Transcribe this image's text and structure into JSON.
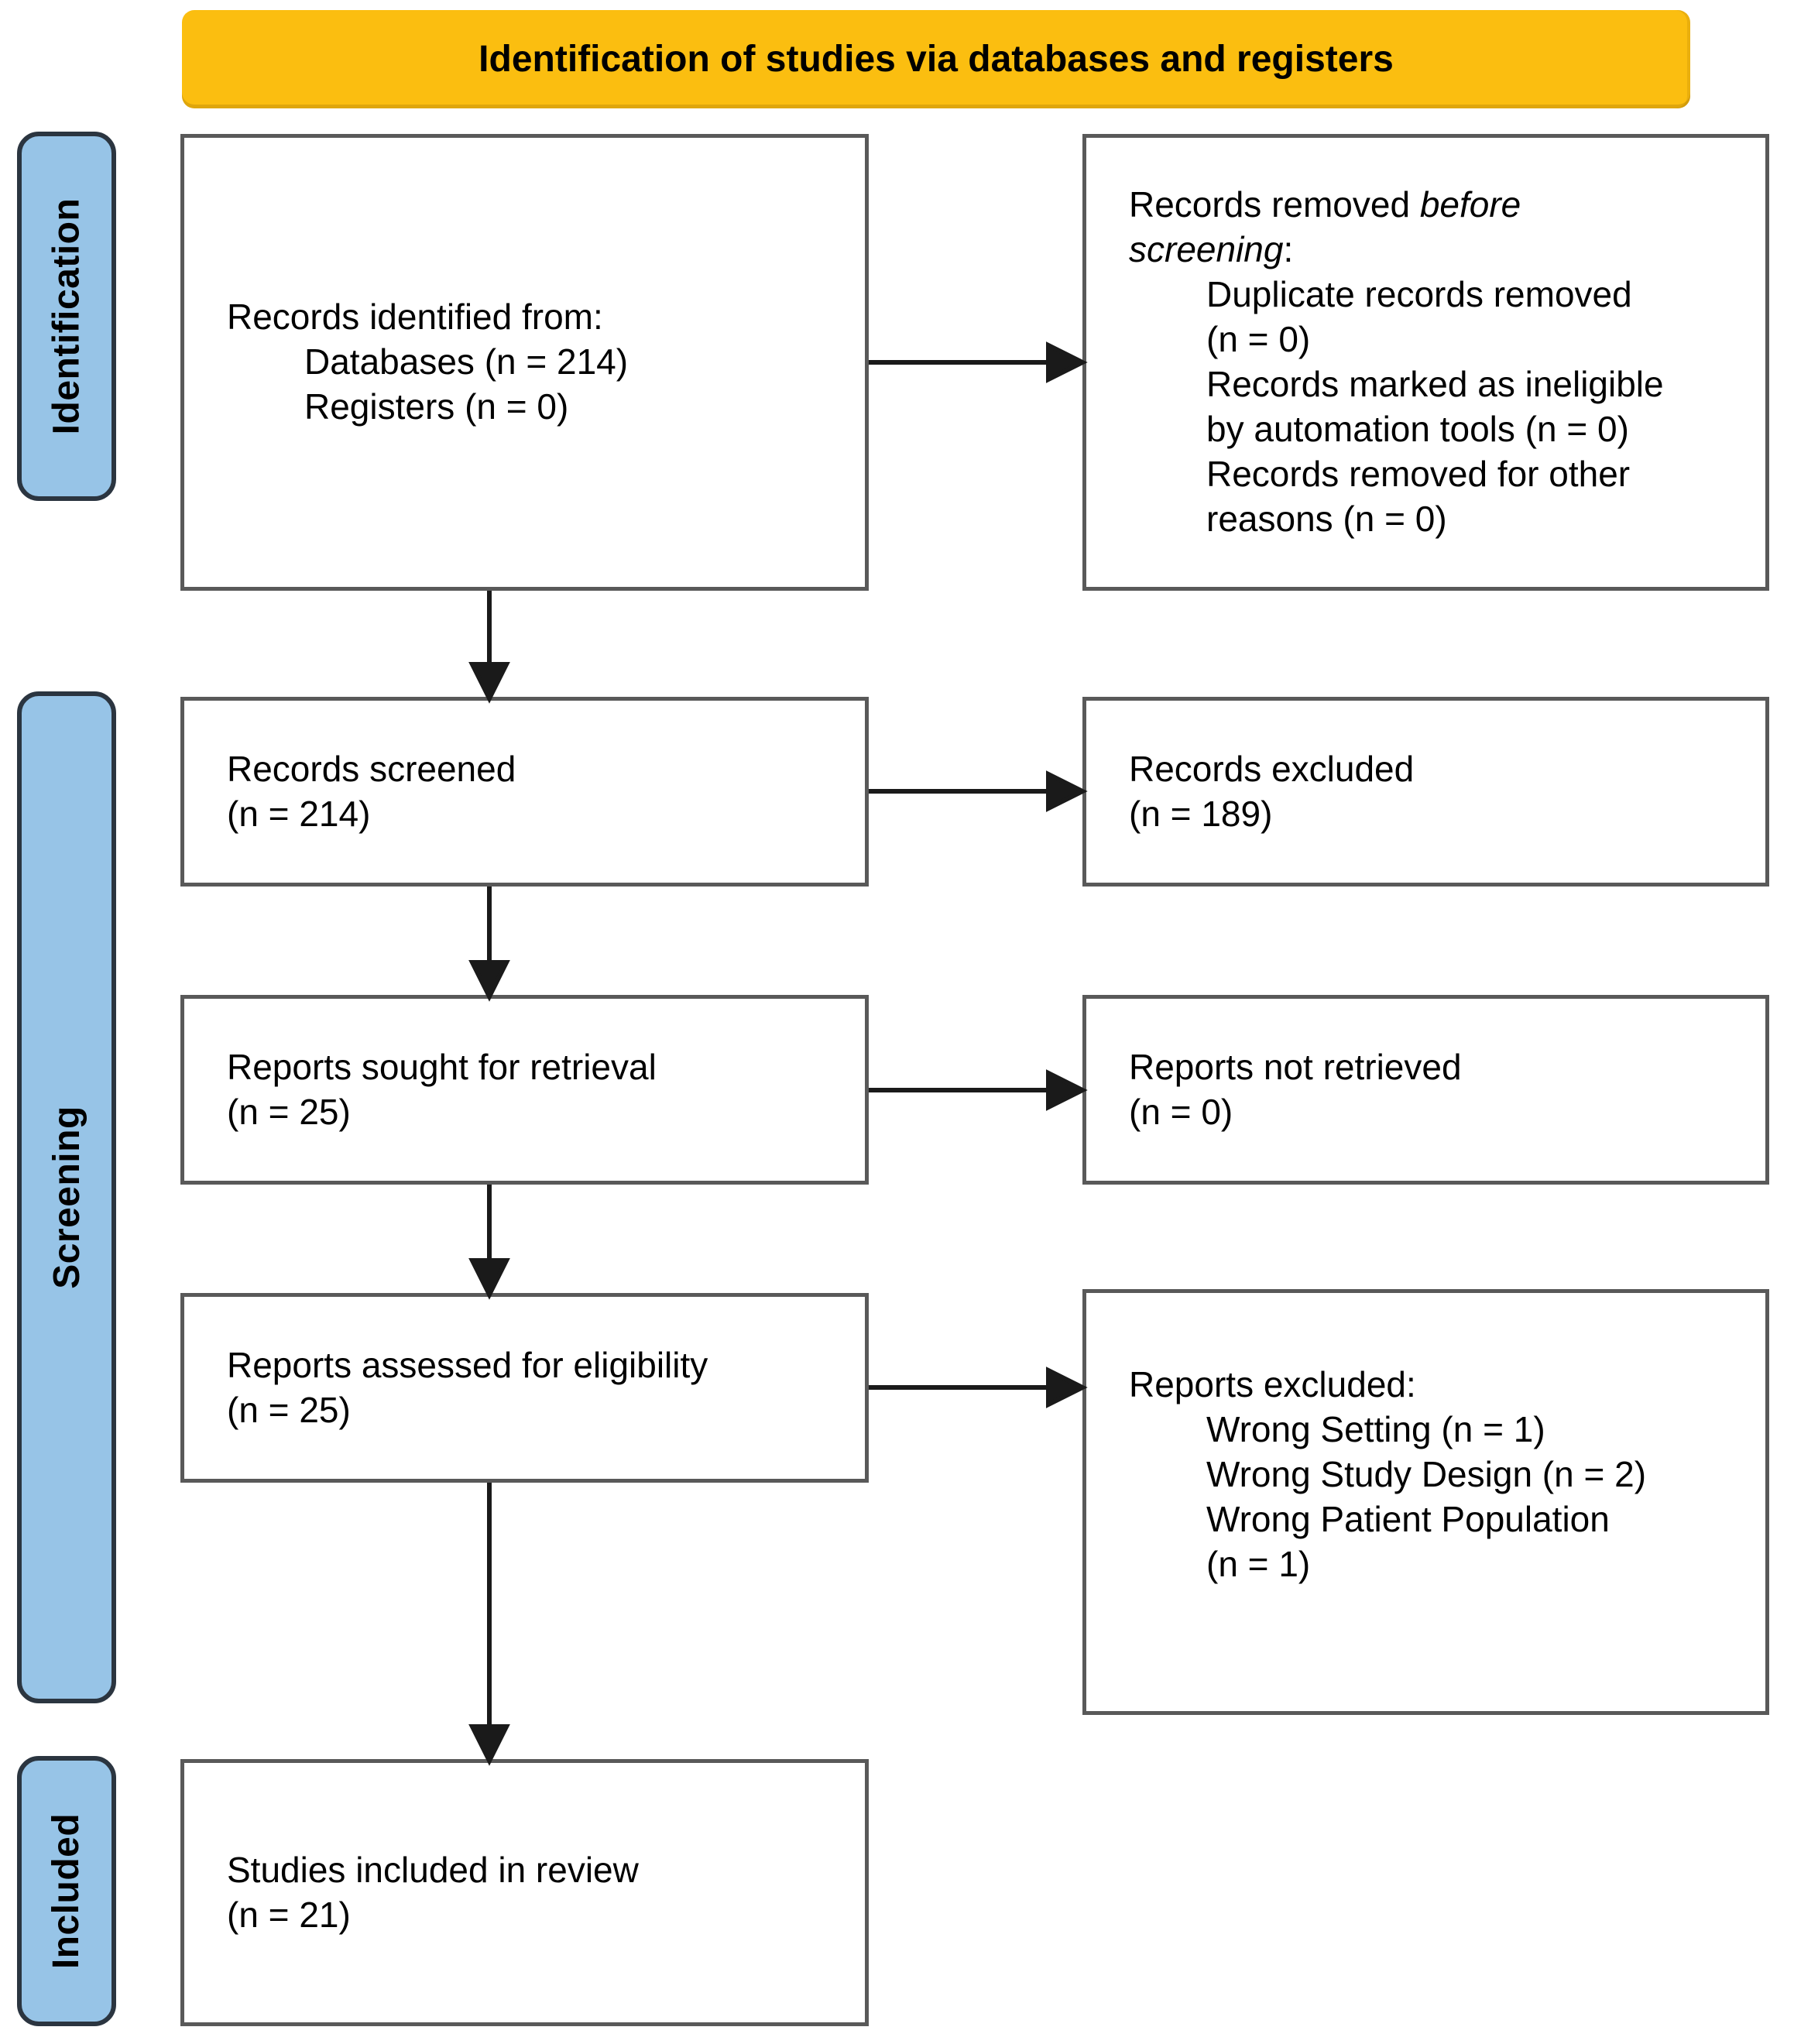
{
  "banner": {
    "label": "Identification of studies via databases and registers"
  },
  "colors": {
    "banner_bg": "#FBBE10",
    "stage_bg": "#97C4E7",
    "stage_border": "#2B3540",
    "box_border": "#595959",
    "arrow": "#1a1a1a"
  },
  "stages": {
    "identification": "Identification",
    "screening": "Screening",
    "included": "Included"
  },
  "boxes": {
    "records_identified": {
      "intro": "Records identified from:",
      "items": [
        "Databases (n = 214)",
        "Registers (n = 0)"
      ]
    },
    "records_removed": {
      "intro_normal": "Records removed ",
      "intro_italic_1": "before",
      "intro_italic_2": "screening",
      "intro_suffix": ":",
      "items": [
        {
          "l1": "Duplicate records removed",
          "l2": "(n = 0)"
        },
        {
          "l1": "Records marked as ineligible",
          "l2": "by automation tools (n = 0)"
        },
        {
          "l1": "Records removed for other",
          "l2": "reasons (n = 0)"
        }
      ]
    },
    "records_screened": {
      "l1": "Records screened",
      "l2": "(n = 214)"
    },
    "records_excluded": {
      "l1": "Records excluded",
      "l2": "(n = 189)"
    },
    "reports_sought": {
      "l1": "Reports sought for retrieval",
      "l2": "(n = 25)"
    },
    "reports_not_retrieved": {
      "l1": "Reports not retrieved",
      "l2": "(n = 0)"
    },
    "reports_assessed": {
      "l1": "Reports assessed for eligibility",
      "l2": "(n = 25)"
    },
    "reports_excluded": {
      "intro": "Reports excluded:",
      "items": [
        "Wrong Setting (n = 1)",
        "Wrong Study Design (n = 2)",
        {
          "l1": "Wrong Patient Population",
          "l2": "(n = 1)"
        }
      ]
    },
    "studies_included": {
      "l1": "Studies included in review",
      "l2": "(n = 21)"
    }
  }
}
